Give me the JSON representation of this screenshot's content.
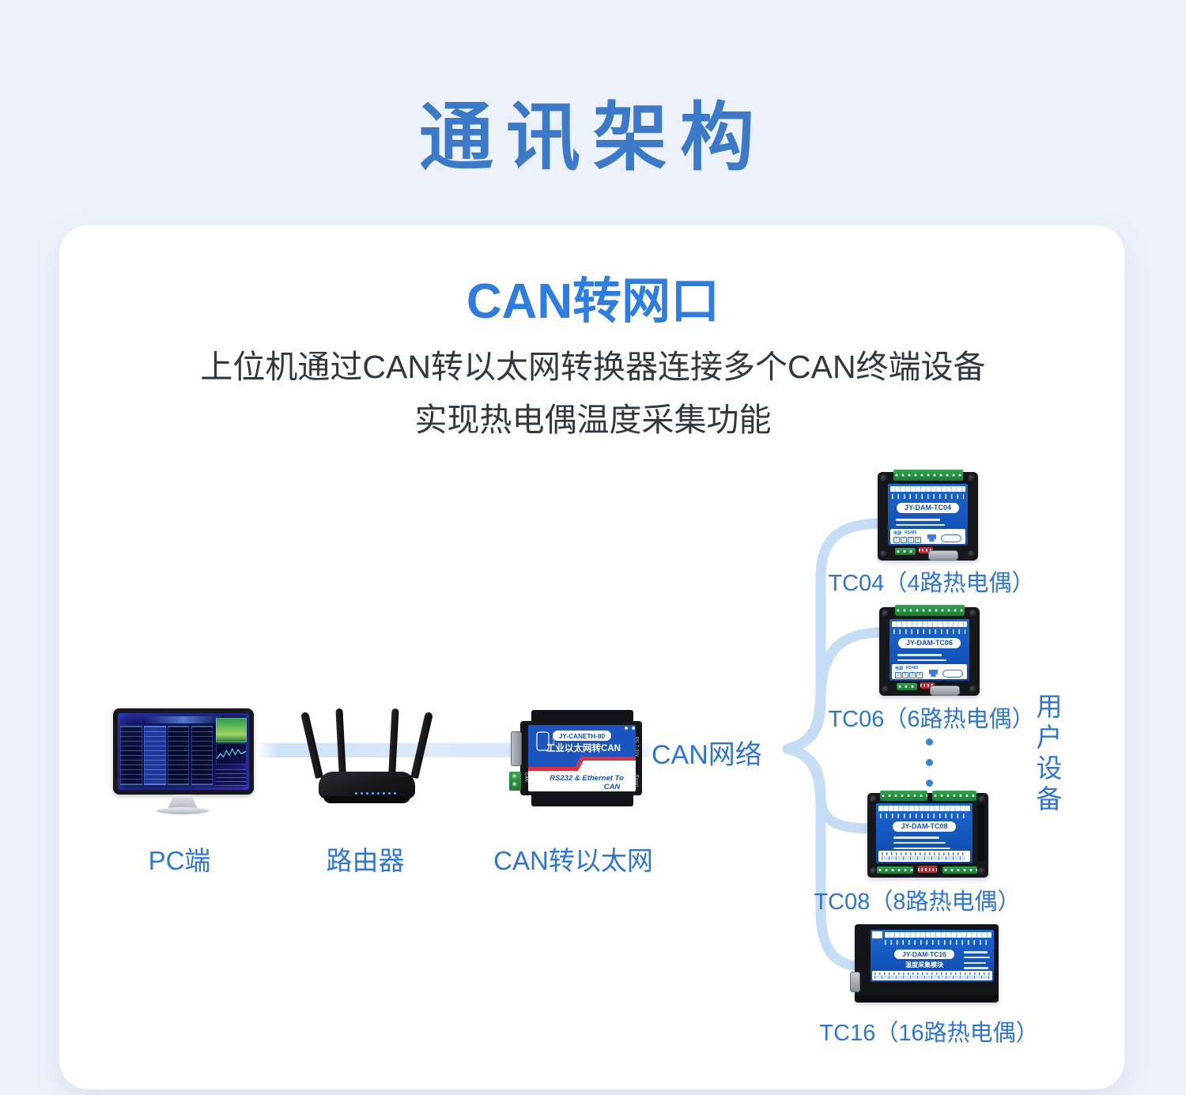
{
  "page": {
    "title": "通讯架构"
  },
  "card": {
    "title": "CAN转网口",
    "description": [
      "上位机通过CAN转以太网转换器连接多个CAN终端设备",
      "实现热电偶温度采集功能"
    ]
  },
  "diagram": {
    "pc": {
      "label": "PC端"
    },
    "router": {
      "label": "路由器"
    },
    "converter": {
      "label": "CAN转以太网",
      "model": "JY-CANETH-80",
      "face_title": "工业以太网转CAN",
      "face_sub_line1": "RS232 & Ethernet To",
      "face_sub_line2": "CAN",
      "rs232_label": "RS232",
      "can_port_label": "CAN",
      "pin_h": "H",
      "pin_l": "L",
      "side_top_label": "DC 7-30V",
      "side_bottom_label": "Reset"
    },
    "network_label": "CAN网络",
    "devices": [
      {
        "model": "JY-DAM-TC04",
        "label": "TC04（4路热电偶）",
        "power_label": "电源",
        "bus_label": "RS485",
        "pins": [
          "1",
          "2",
          "3",
          "4"
        ]
      },
      {
        "model": "JY-DAM-TC06",
        "label": "TC06（6路热电偶）",
        "power_label": "电源",
        "bus_label": "RS485",
        "pins": [
          "1",
          "2",
          "3",
          "4"
        ]
      },
      {
        "model": "JY-DAM-TC08",
        "label": "TC08（8路热电偶）"
      },
      {
        "model": "JY-DAM-TC16",
        "subtitle": "温度采集模块",
        "label": "TC16（16路热电偶）"
      }
    ],
    "group_label": "用户设备"
  },
  "colors": {
    "accent_blue": "#2d75d9",
    "title_blue": "#3b79c9",
    "device_panel_blue": "#1b67d4",
    "connector_light_blue": "#c6ddf6",
    "stripe_red": "#e03040"
  }
}
